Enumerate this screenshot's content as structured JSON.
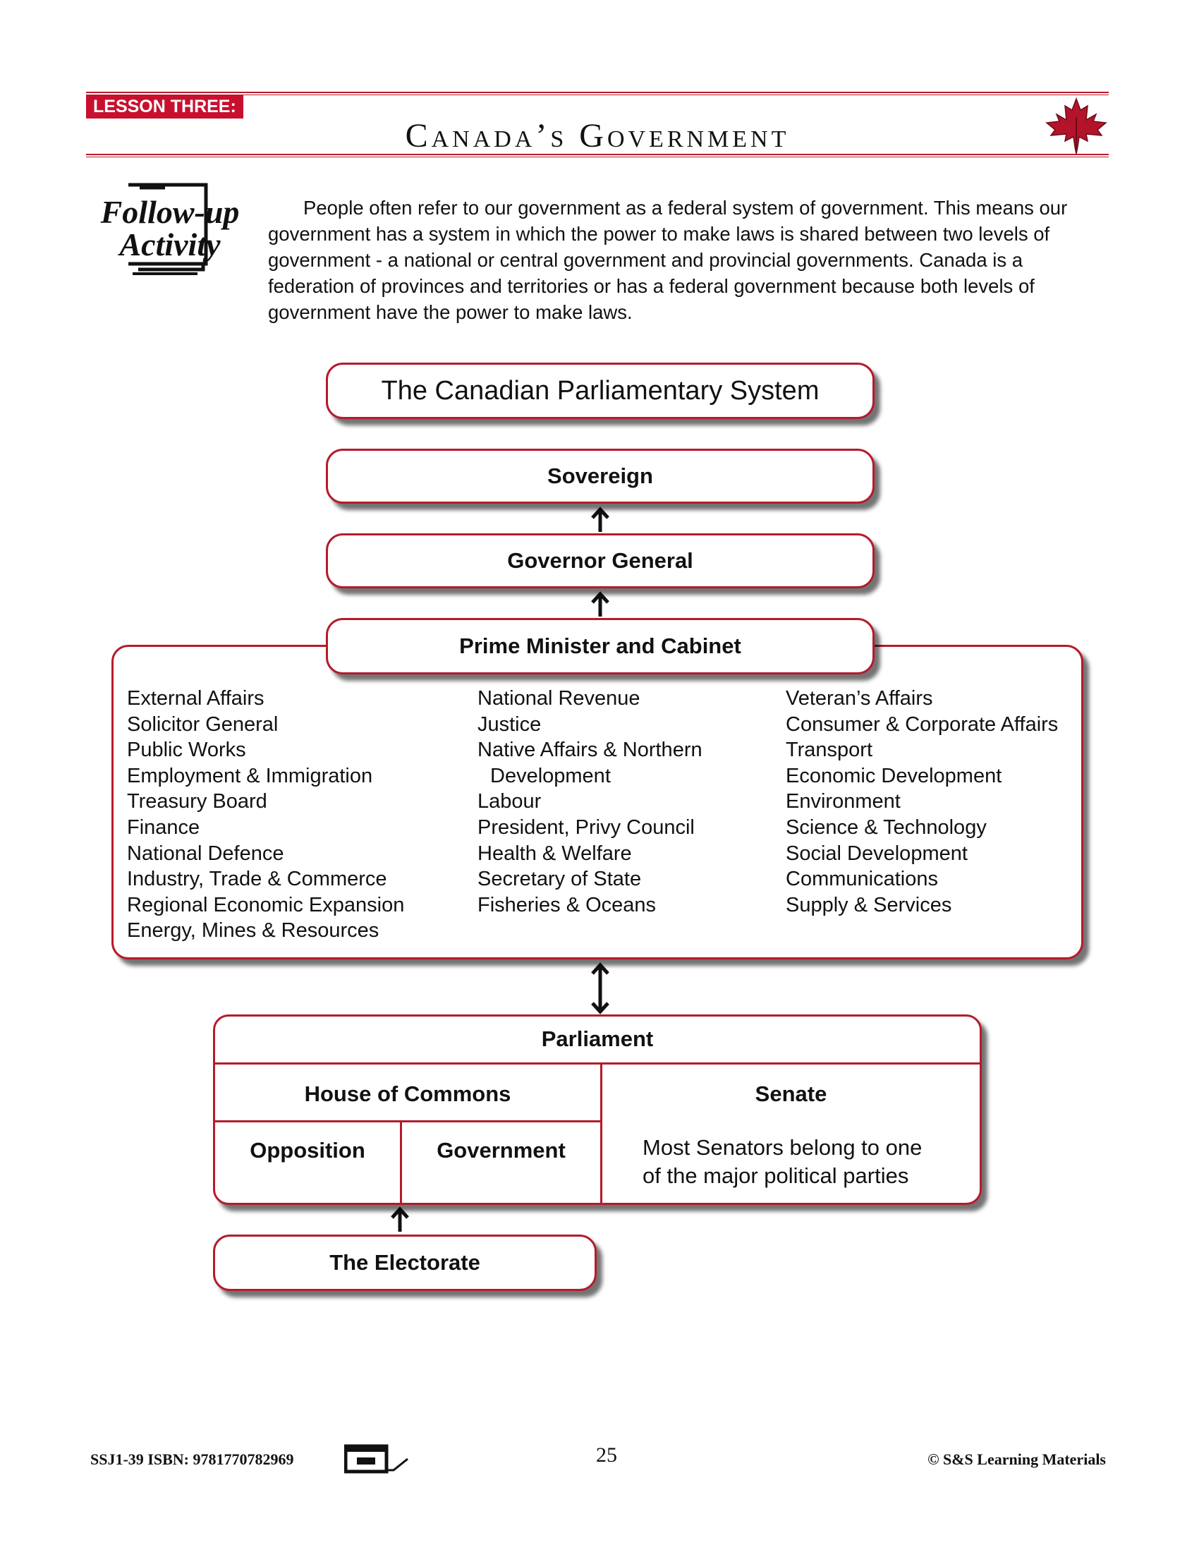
{
  "header": {
    "lesson_tag": "LESSON THREE:",
    "title": "Canada’s Government",
    "logo_icon": "maple-leaf-icon"
  },
  "badge": {
    "line1": "Follow-up",
    "line2": "Activity",
    "icon": "document-icon"
  },
  "intro_text": "People often refer to our government as a federal system of government. This means our government has a system in which the power to make laws is shared between two levels of government - a national or central government and provincial governments. Canada is a federation of provinces and territories or has a federal government because both levels of government have the power to make laws.",
  "diagram": {
    "title": "The Canadian Parliamentary System",
    "sovereign": "Sovereign",
    "governor_general": "Governor General",
    "pm_cabinet": "Prime Minister and Cabinet",
    "departments": {
      "col1": [
        "External Affairs",
        "Solicitor General",
        "Public Works",
        "Employment & Immigration",
        "Treasury Board",
        "Finance",
        "National Defence",
        "Industry, Trade & Commerce",
        "Regional Economic Expansion",
        "Energy, Mines & Resources"
      ],
      "col2": [
        "National Revenue",
        "Justice",
        "Native Affairs & Northern",
        "  Development",
        "Labour",
        "President, Privy Council",
        "Health & Welfare",
        "Secretary of State",
        "Fisheries & Oceans"
      ],
      "col3": [
        "Veteran’s Affairs",
        "Consumer & Corporate Affairs",
        "Transport",
        "Economic Development",
        "Environment",
        "Science & Technology",
        "Social Development",
        "Communications",
        "Supply & Services"
      ]
    },
    "parliament": "Parliament",
    "house_of_commons": "House of Commons",
    "senate": "Senate",
    "opposition": "Opposition",
    "government": "Government",
    "senate_note_line1": "Most Senators belong to one",
    "senate_note_line2": "of the major political parties",
    "electorate": "The Electorate"
  },
  "footer": {
    "code": "SSJ1-39  ISBN: 9781770782969",
    "page_number": "25",
    "copyright": "© S&S Learning Materials",
    "icon": "book-icon"
  },
  "colors": {
    "accent_red": "#b51b2c",
    "tag_red": "#c8102e"
  }
}
